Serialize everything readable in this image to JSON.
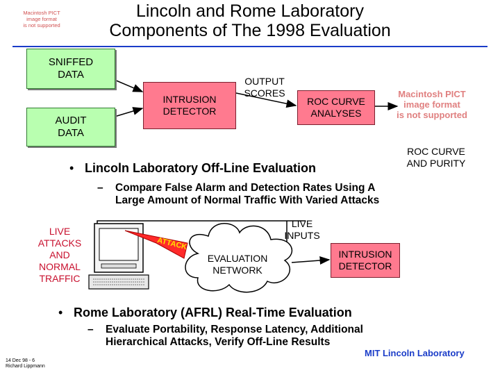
{
  "title": {
    "line1": "Lincoln and Rome Laboratory",
    "line2": "Components of The 1998 Evaluation"
  },
  "pict_notice_small": [
    "Macintosh PICT",
    "image format",
    "is not supported"
  ],
  "pict_notice_big": [
    "Macintosh PICT",
    "image format",
    "is not supported"
  ],
  "flow": {
    "sniffed": [
      "SNIFFED",
      "DATA"
    ],
    "audit": [
      "AUDIT",
      "DATA"
    ],
    "intrusion_detector": [
      "INTRUSION",
      "DETECTOR"
    ],
    "output_scores": [
      "OUTPUT",
      "SCORES"
    ],
    "roc_analyses": [
      "ROC CURVE",
      "ANALYSES"
    ],
    "roc_purity": [
      "ROC CURVE",
      "AND PURITY"
    ]
  },
  "bullets": {
    "b1": "Lincoln Laboratory Off-Line Evaluation",
    "b1_sub": [
      "Compare False Alarm and Detection Rates Using A",
      "Large Amount of Normal Traffic With Varied Attacks"
    ],
    "b2": "Rome Laboratory (AFRL) Real-Time Evaluation",
    "b2_sub": [
      "Evaluate Portability, Response Latency, Additional",
      "Hierarchical Attacks, Verify Off-Line Results"
    ]
  },
  "network": {
    "live_attacks": [
      "LIVE",
      "ATTACKS",
      "AND",
      "NORMAL",
      "TRAFFIC"
    ],
    "attack_label": "ATTACK",
    "live_inputs": [
      "LIVE",
      "INPUTS"
    ],
    "evaluation_network": [
      "EVALUATION",
      "NETWORK"
    ],
    "intrusion_detector": [
      "INTRUSION",
      "DETECTOR"
    ]
  },
  "footer": {
    "left": [
      "14 Dec 98 - 6",
      "Richard Lippmann"
    ],
    "right": "MIT Lincoln Laboratory"
  },
  "colors": {
    "rule": "#1a3cc8",
    "pink_box": "#ff7a8f",
    "green_box": "#b9ffb0",
    "attack_red": "#c8102e"
  }
}
